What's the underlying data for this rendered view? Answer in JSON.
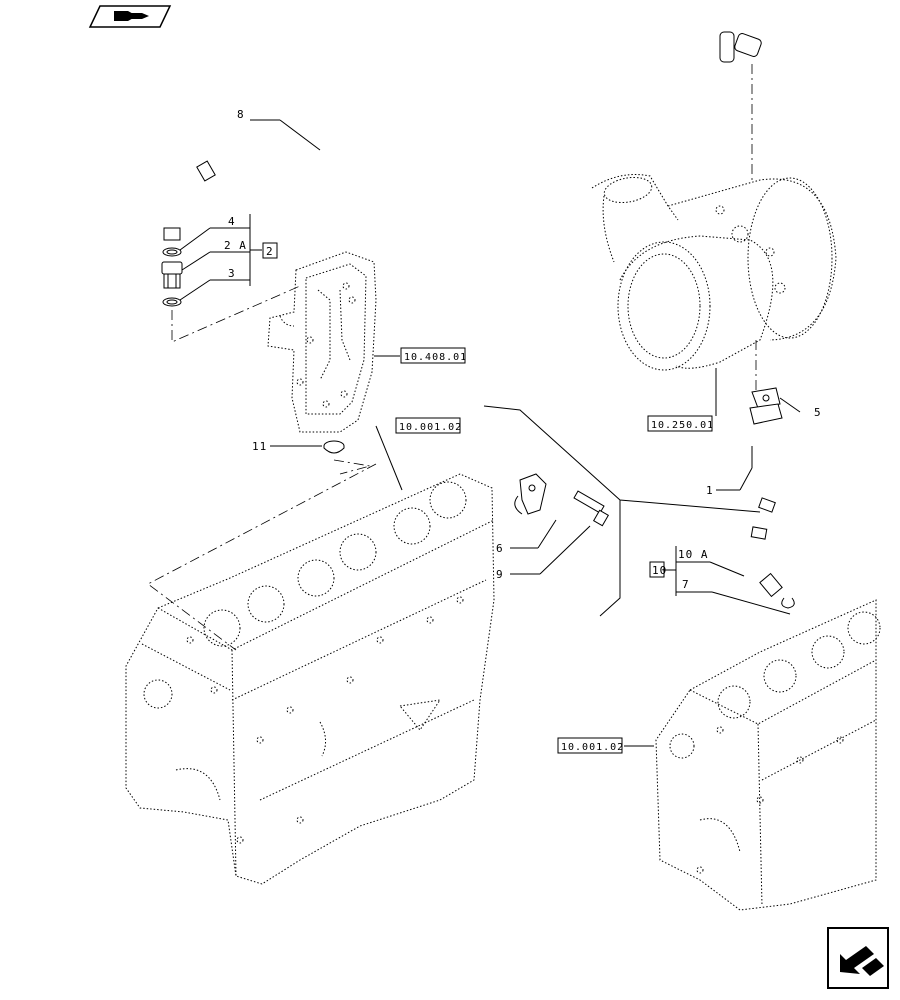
{
  "callouts": {
    "c1": "1",
    "c2": "2",
    "c2a": "2 A",
    "c3": "3",
    "c4": "4",
    "c5": "5",
    "c6": "6",
    "c7": "7",
    "c8": "8",
    "c9": "9",
    "c10": "10",
    "c10a": "10 A",
    "c11": "11"
  },
  "references": {
    "oil_filter": "10.408.01",
    "turbo": "10.250.01",
    "block_main": "10.001.02",
    "block_secondary": "10.001.02"
  },
  "icons": {
    "top_left": "page-back-icon",
    "bottom_right": "next-page-arrow-icon"
  },
  "colors": {
    "line": "#000000",
    "background": "#ffffff"
  }
}
